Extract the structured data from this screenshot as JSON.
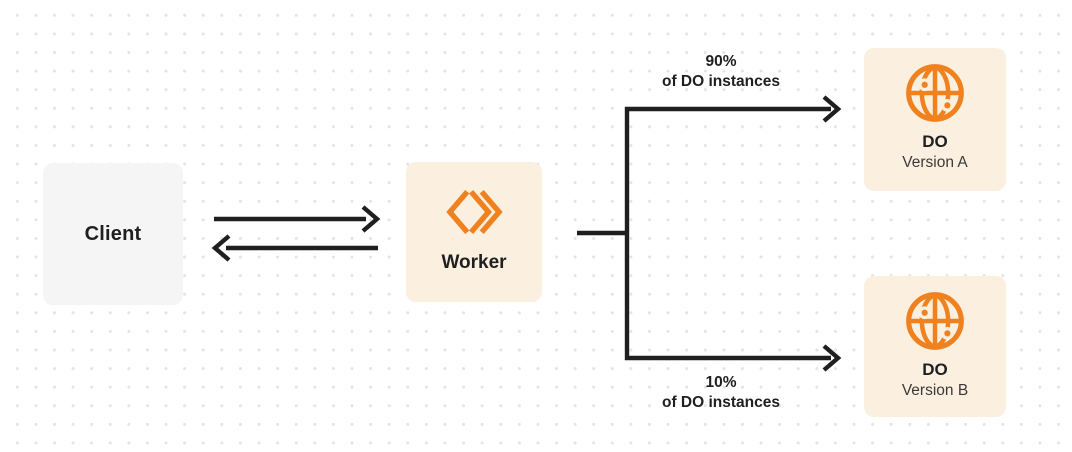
{
  "diagram": {
    "client": {
      "label": "Client"
    },
    "worker": {
      "label": "Worker"
    },
    "do_version_a": {
      "title": "DO",
      "subtitle": "Version A"
    },
    "do_version_b": {
      "title": "DO",
      "subtitle": "Version B"
    },
    "branch_top": {
      "percent": "90%",
      "caption": "of DO instances"
    },
    "branch_bottom": {
      "percent": "10%",
      "caption": "of DO instances"
    }
  },
  "icons": {
    "worker": "workers-chevrons-icon",
    "durable_object": "globe-icon"
  },
  "colors": {
    "accent_orange": "#f0811f",
    "line_dark": "#1f1f1f",
    "client_box_bg": "#f5f5f6",
    "card_box_bg": "#fbf0df",
    "dot_grid": "#e4e4e7",
    "background": "#ffffff"
  }
}
